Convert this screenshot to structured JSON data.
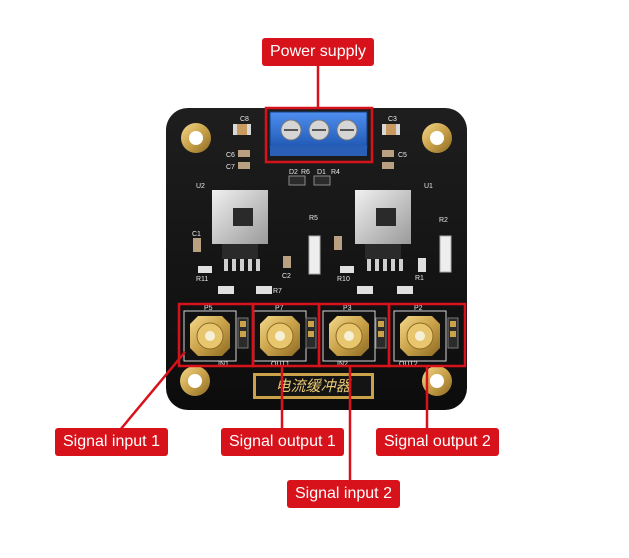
{
  "callouts": {
    "power_supply": "Power supply",
    "signal_input_1": "Signal input 1",
    "signal_output_1": "Signal output 1",
    "signal_output_2": "Signal output 2",
    "signal_input_2": "Signal input 2"
  },
  "board": {
    "title_chinese": "电流缓冲器",
    "silkscreen": {
      "u_left": "U2",
      "u_right": "U1",
      "r5": "R5",
      "r2": "R2",
      "r1": "R1",
      "r10": "R10",
      "r11": "R11",
      "r7": "R7",
      "c1": "C1",
      "c2": "C2",
      "c3": "C3",
      "c5": "C5",
      "c6": "C6",
      "c7": "C7",
      "c8": "C8",
      "d1": "D1",
      "d2": "D2",
      "r4": "R4",
      "r6": "R6",
      "p5": "P5",
      "p7": "P7",
      "p3": "P3",
      "p2": "P2",
      "in1": "IN1",
      "out1": "OUT1",
      "in2": "IN2",
      "out2": "OUT2"
    }
  },
  "colors": {
    "callout_red": "#d8121b",
    "board_black": "#141414",
    "gold": "#c9a24a",
    "terminal_blue": "#2f6fd1"
  }
}
